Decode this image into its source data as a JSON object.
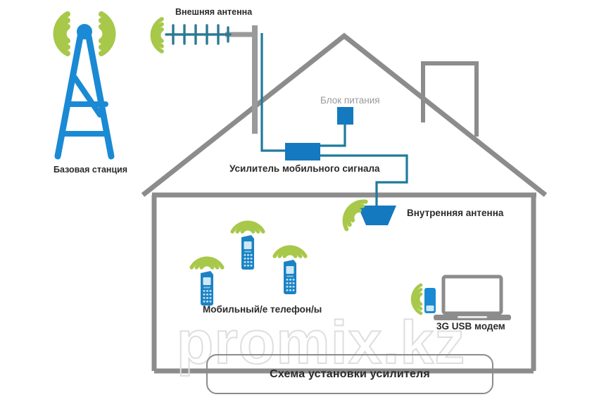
{
  "diagram": {
    "title": "Схема установки усилителя",
    "watermark": "promix.kz",
    "colors": {
      "blue": "#1479be",
      "blue_dark": "#1b6f8f",
      "cable": "#1f7a9c",
      "green": "#a8c84a",
      "grey": "#8c8c8c",
      "grey_light": "#9a9a9a",
      "text_dark": "#2b2b2b",
      "watermark": "#dedede",
      "background": "#ffffff"
    },
    "labels": {
      "base_station": "Базовая станция",
      "external_antenna": "Внешняя антенна",
      "power_supply": "Блок питания",
      "amplifier": "Усилитель мобильного сигнала",
      "internal_antenna": "Внутренняя антенна",
      "mobile_phones": "Мобильный/е телефон/ы",
      "usb_modem": "3G USB модем"
    },
    "icons": {
      "base_station": "cell-tower-icon",
      "external_antenna": "yagi-antenna-icon",
      "power_supply": "power-supply-block-icon",
      "amplifier": "signal-amplifier-icon",
      "internal_antenna": "indoor-panel-antenna-icon",
      "phone": "mobile-phone-icon",
      "laptop": "laptop-icon",
      "usb_modem": "usb-modem-icon",
      "signal_wave": "signal-wave-icon",
      "house": "house-outline-icon",
      "chimney": "chimney-icon",
      "mast": "antenna-mast-icon",
      "cable": "coaxial-cable-icon"
    },
    "counts": {
      "mobile_phones": 3,
      "yagi_elements": 6
    }
  }
}
